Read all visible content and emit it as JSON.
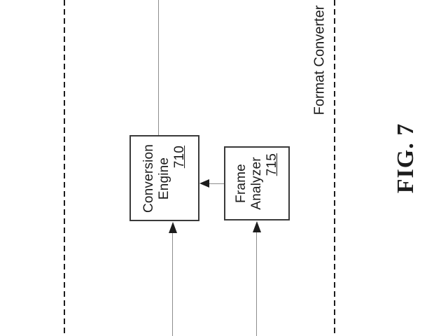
{
  "figure": {
    "caption": "FIG. 7",
    "container_label": "Format Converter",
    "blocks": [
      {
        "name": "conversion-engine",
        "title_line1": "Conversion",
        "title_line2": "Engine",
        "ref_number": "710"
      },
      {
        "name": "frame-analyzer",
        "title_line1": "Frame",
        "title_line2": "Analyzer",
        "ref_number": "715"
      }
    ],
    "colors": {
      "ink": "#1c1c1c",
      "connector": "#8d8d8d",
      "background": "#ffffff"
    }
  }
}
